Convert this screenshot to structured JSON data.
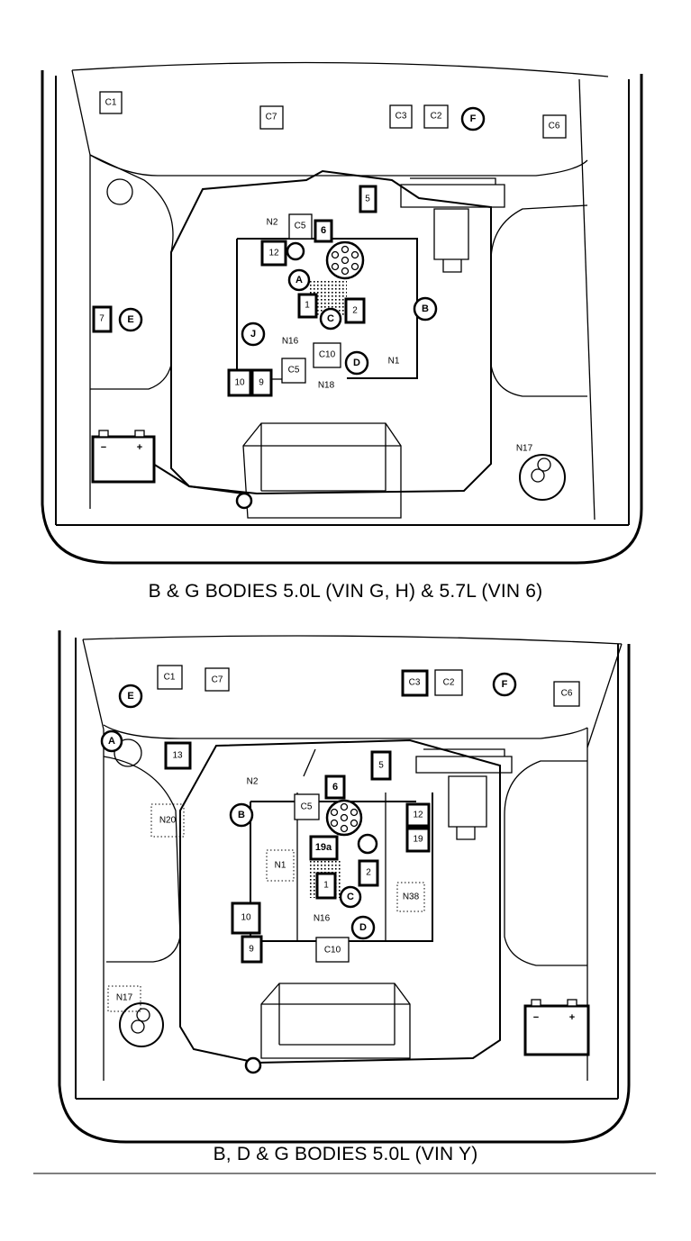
{
  "diagram1": {
    "caption": "B & G BODIES 5.0L (VIN G, H) & 5.7L (VIN 6)",
    "labels": {
      "C1": "C1",
      "C7": "C7",
      "C3": "C3",
      "C2": "C2",
      "F": "F",
      "C6": "C6",
      "5": "5",
      "N2": "N2",
      "C5a": "C5",
      "6": "6",
      "12": "12",
      "A": "A",
      "1": "1",
      "C": "C",
      "2": "2",
      "B": "B",
      "7": "7",
      "E": "E",
      "J": "J",
      "N16": "N16",
      "C10": "C10",
      "D": "D",
      "N1": "N1",
      "10": "10",
      "9": "9",
      "C5b": "C5",
      "N18": "N18",
      "N17": "N17",
      "battery_minus": "−",
      "battery_plus": "+"
    }
  },
  "diagram2": {
    "caption": "B, D & G BODIES 5.0L (VIN Y)",
    "labels": {
      "E": "E",
      "C1": "C1",
      "C7": "C7",
      "C3": "C3",
      "C2": "C2",
      "F": "F",
      "C6": "C6",
      "A": "A",
      "13": "13",
      "5": "5",
      "N2": "N2",
      "N20": "N20",
      "B": "B",
      "C5": "C5",
      "6": "6",
      "12": "12",
      "19": "19",
      "19a": "19a",
      "N1": "N1",
      "2": "2",
      "1": "1",
      "C": "C",
      "N38": "N38",
      "10": "10",
      "N16": "N16",
      "D": "D",
      "9": "9",
      "C10": "C10",
      "N17": "N17",
      "battery_minus": "−",
      "battery_plus": "+"
    }
  }
}
